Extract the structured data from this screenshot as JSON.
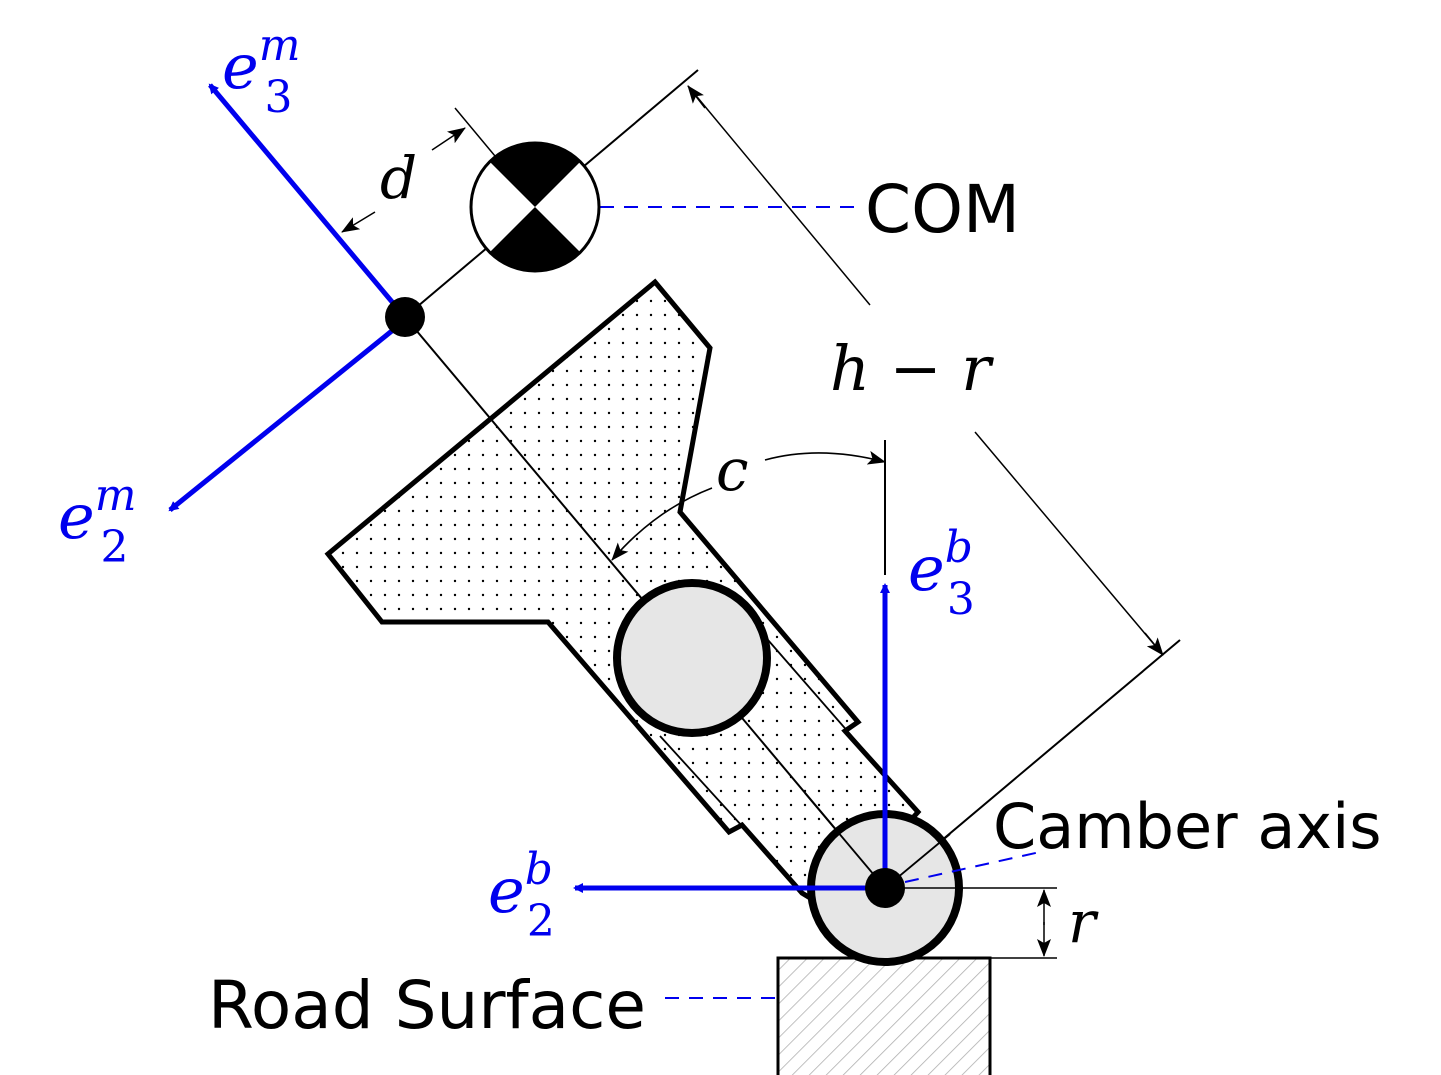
{
  "labels": {
    "e3m_base": "e",
    "e3m_sup": "m",
    "e3m_sub": "3",
    "e2m_base": "e",
    "e2m_sup": "m",
    "e2m_sub": "2",
    "e3b_base": "e",
    "e3b_sup": "b",
    "e3b_sub": "3",
    "e2b_base": "e",
    "e2b_sup": "b",
    "e2b_sub": "2",
    "d": "d",
    "h_minus_r": "h − r",
    "c": "c",
    "r": "r",
    "com": "COM",
    "camber_axis": "Camber axis",
    "road_surface": "Road Surface"
  },
  "colors": {
    "axis_blue": "#0000ee",
    "stroke": "#000000",
    "wheel_fill": "#e6e6e6",
    "road_hatch": "#b0b0b0"
  }
}
